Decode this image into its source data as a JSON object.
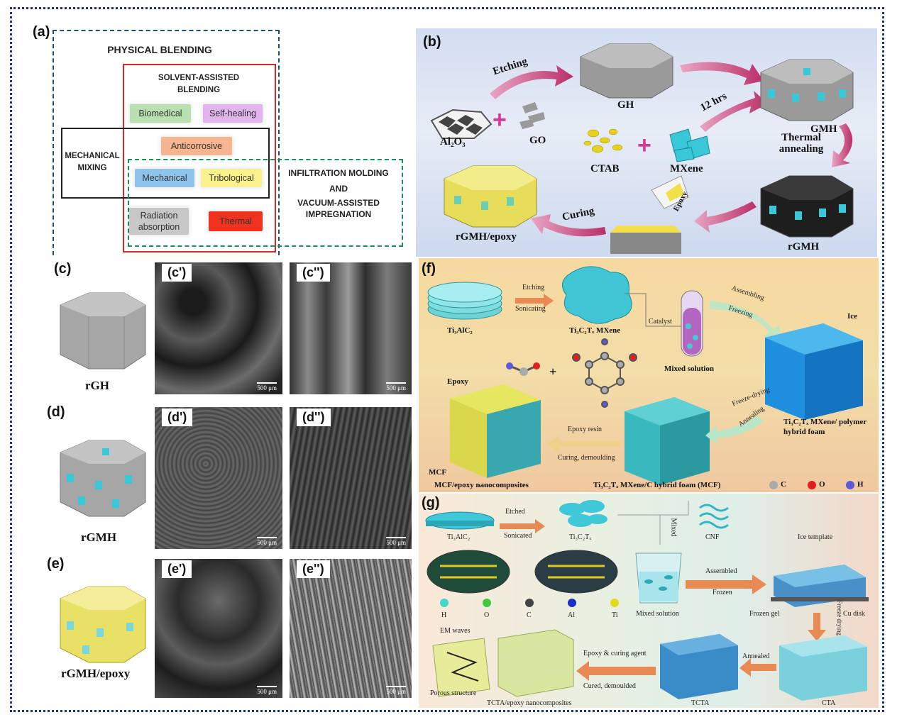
{
  "panel_a": {
    "label": "(a)",
    "physical_blending": "PHYSICAL BLENDING",
    "solvent_assisted": "SOLVENT-ASSISTED BLENDING",
    "mechanical_mixing": "MECHANICAL MIXING",
    "infiltration": "INFILTRATION MOLDING",
    "and": "AND",
    "vacuum": "VACUUM-ASSISTED IMPREGNATION",
    "tags": {
      "biomedical": "Biomedical",
      "self_healing": "Self-healing",
      "anticorrosive": "Anticorrosive",
      "mechanical": "Mechanical",
      "tribological": "Tribological",
      "radiation": "Radiation absorption",
      "thermal": "Thermal"
    }
  },
  "panel_b": {
    "label": "(b)",
    "etching": "Etching",
    "gh": "GH",
    "al2o3": "Al₂O₃",
    "go": "GO",
    "hrs": "12 hrs",
    "gmh": "GMH",
    "ctab": "CTAB",
    "mxene": "MXene",
    "thermal_annealing": "Thermal annealing",
    "rgmh": "rGMH",
    "epoxy": "Epoxy",
    "curing": "Curing",
    "rgmh_epoxy": "rGMH/epoxy"
  },
  "panel_cde": {
    "c": "(c)",
    "c1": "(c')",
    "c2": "(c'')",
    "rgh": "rGH",
    "d": "(d)",
    "d1": "(d')",
    "d2": "(d'')",
    "rgmh": "rGMH",
    "e": "(e)",
    "e1": "(e')",
    "e2": "(e'')",
    "rgmh_epoxy": "rGMH/epoxy",
    "scale": "500 μm"
  },
  "panel_f": {
    "label": "(f)",
    "ti3alc2": "Ti₃AlC₂",
    "etching": "Etching",
    "sonicating": "Sonicating",
    "mxene": "Ti₃C₂Tₓ MXene",
    "catalyst": "Catalyst",
    "assembling": "Assembling",
    "freezing": "Freezing",
    "ice": "Ice",
    "mixed_solution": "Mixed solution",
    "plus": "+",
    "epoxy": "Epoxy",
    "freeze_drying": "Freeze-drying",
    "annealing": "Annealing",
    "hybrid_foam": "Ti₃C₂Tₓ MXene/ polymer hybrid foam",
    "epoxy_resin": "Epoxy resin",
    "curing": "Curing, demoulding",
    "mcf": "MCF",
    "mcf_epoxy": "MCF/epoxy nanocomposites",
    "mcf_foam": "Ti₃C₂Tₓ MXene/C hybrid foam (MCF)",
    "legend_c": "C",
    "legend_o": "O",
    "legend_h": "H"
  },
  "panel_g": {
    "label": "(g)",
    "ti3alc2": "Ti₃AlC₂",
    "etched": "Etched",
    "sonicated": "Sonicated",
    "ti3c2tx": "Ti₃C₂Tₓ",
    "mixed": "Mixed",
    "cnf": "CNF",
    "ice_template": "Ice template",
    "assembled": "Assembled",
    "frozen": "Frozen",
    "mixed_solution": "Mixed solution",
    "frozen_gel": "Frozen gel",
    "freeze_drying": "Freeze drying",
    "cu_disk": "Cu disk",
    "legend": [
      "H",
      "O",
      "C",
      "Al",
      "Ti"
    ],
    "em_waves": "EM waves",
    "porous": "Porous structure",
    "epoxy_curing": "Epoxy & curing agent",
    "cured": "Cured, demoulded",
    "annealed": "Annealed",
    "tcta": "TCTA",
    "cta": "CTA",
    "tcta_epoxy": "TCTA/epoxy nanocomposites"
  },
  "colors": {
    "frame": "#1a2f7a",
    "physical_box": "#1f4e79",
    "solvent_box": "#d62828",
    "infiltration_box": "#1a8f5a",
    "mxene": "#38c8d8",
    "arrow": "#c0396f"
  }
}
